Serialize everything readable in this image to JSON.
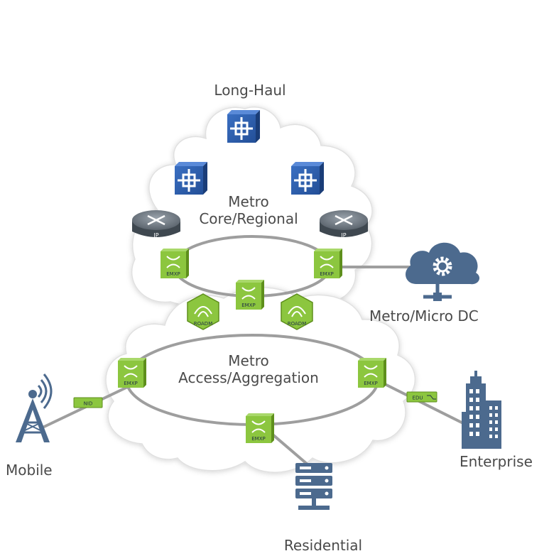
{
  "labels": {
    "long_haul": "Long-Haul",
    "metro_core_line1": "Metro",
    "metro_core_line2": "Core/Regional",
    "metro_access_line1": "Metro",
    "metro_access_line2": "Access/Aggregation",
    "metro_dc": "Metro/Micro DC",
    "mobile": "Mobile",
    "enterprise": "Enterprise",
    "residential": "Residential"
  },
  "devices": {
    "ip_label": "IP",
    "emxp_label": "EMXP",
    "roadm_label": "ROADM",
    "nid_label": "NID",
    "edu_label": "EDU"
  },
  "colors": {
    "cloud_fill": "#ffffff",
    "cloud_stroke": "#d7d7d7",
    "ring": "#9e9e9e",
    "switch_blue": "#2a5caa",
    "emxp_green": "#8cc63f",
    "emxp_dark": "#5e8f1c",
    "router_gray": "#4f5963",
    "icon_blue": "#4c6a8e",
    "label_text": "#4a4a4a"
  },
  "icons": [
    "optical-switch-icon",
    "ip-router-icon",
    "emxp-icon",
    "roadm-icon",
    "nid-icon",
    "edu-icon",
    "cloud-gear-icon",
    "cell-tower-icon",
    "buildings-icon",
    "server-rack-icon"
  ]
}
